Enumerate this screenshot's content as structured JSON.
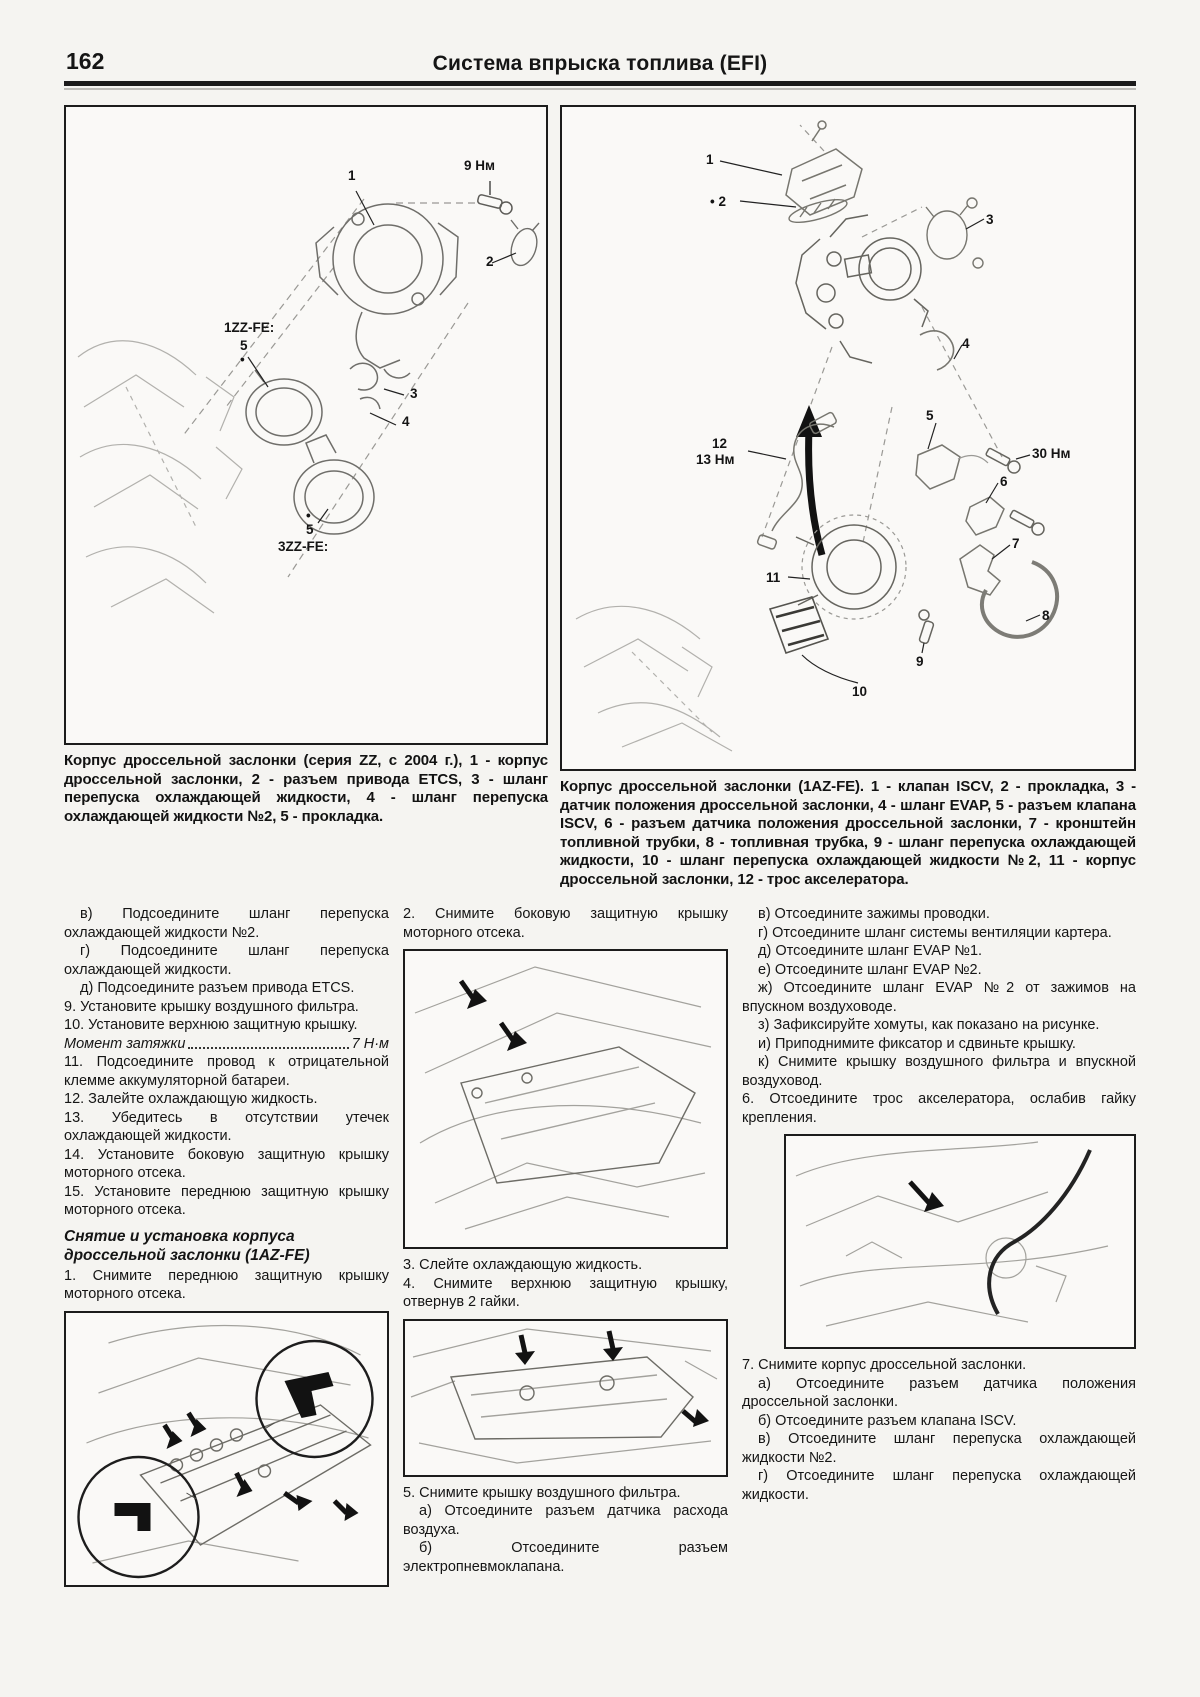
{
  "header": {
    "page_number": "162",
    "title": "Система впрыска топлива (EFI)"
  },
  "figure_left": {
    "caption": "Корпус дроссельной заслонки (серия ZZ, с 2004 г.), 1 - корпус дроссельной заслонки, 2 - разъем привода ETCS, 3 - шланг перепуска охлаждающей жидкости, 4 - шланг перепуска охлаждающей жидкости №2, 5 - прокладка.",
    "labels": [
      "1",
      "9 Нм",
      "2",
      "1ZZ-FE:",
      "5",
      "•",
      "3",
      "4",
      "•",
      "5",
      "3ZZ-FE:"
    ]
  },
  "figure_right": {
    "caption": "Корпус дроссельной заслонки (1AZ-FE). 1 - клапан ISCV, 2 - прокладка, 3 - датчик положения дроссельной заслонки, 4 - шланг EVAP, 5 - разъем клапана ISCV, 6 - разъем датчика положения дроссельной заслонки, 7 - кронштейн топливной трубки, 8 - топливная трубка, 9 - шланг перепуска охлаждающей жидкости, 10 - шланг перепуска охлаждающей жидкости №2, 11 - корпус дроссельной заслонки, 12 - трос акселератора.",
    "labels": [
      "1",
      "• 2",
      "3",
      "4",
      "12",
      "13 Нм",
      "5",
      "30 Нм",
      "6",
      "7",
      "11",
      "8",
      "9",
      "10"
    ]
  },
  "col1": {
    "sub_v": "в) Подсоедините шланг перепуска охлаждающей жидкости №2.",
    "sub_g": "г) Подсоедините шланг перепуска охлаждающей жидкости.",
    "sub_d": "д) Подсоедините разъем привода ETCS.",
    "step_9": "9. Установите крышку воздушного фильтра.",
    "step_10": "10. Установите верхнюю защитную крышку.",
    "torque_label": "Момент затяжки",
    "torque_value": "7 Н·м",
    "step_11": "11. Подсоедините провод к отрицательной клемме аккумуляторной батареи.",
    "step_12": "12. Залейте охлаждающую жидкость.",
    "step_13": "13. Убедитесь в отсутствии утечек охлаждающей жидкости.",
    "step_14": "14. Установите боковую защитную крышку моторного отсека.",
    "step_15": "15. Установите переднюю защитную крышку моторного отсека.",
    "section_heading": "Снятие и установка корпуса дроссельной заслонки (1AZ-FE)",
    "step_1": "1. Снимите переднюю защитную крышку моторного отсека."
  },
  "col2": {
    "step_2": "2. Снимите боковую защитную крышку моторного отсека.",
    "step_3": "3. Слейте охлаждающую жидкость.",
    "step_4": "4. Снимите верхнюю защитную крышку, отвернув 2 гайки.",
    "step_5": "5. Снимите крышку воздушного фильтра.",
    "sub_a": "а) Отсоедините разъем датчика расхода воздуха.",
    "sub_b": "б) Отсоедините разъем электропневмоклапана."
  },
  "col3": {
    "sub_v": "в) Отсоедините зажимы проводки.",
    "sub_g": "г) Отсоедините шланг системы вентиляции картера.",
    "sub_d": "д) Отсоедините шланг EVAP №1.",
    "sub_e": "е) Отсоедините шланг EVAP №2.",
    "sub_zh": "ж) Отсоедините шланг EVAP №2 от зажимов на впускном воздуховоде.",
    "sub_z": "з) Зафиксируйте хомуты, как показано на рисунке.",
    "sub_i": "и) Приподнимите фиксатор и сдвиньте крышку.",
    "sub_k": "к) Снимите крышку воздушного фильтра и впускной воздуховод.",
    "step_6": "6. Отсоедините трос акселератора, ослабив гайку крепления.",
    "step_7": "7. Снимите корпус дроссельной заслонки.",
    "sub_a": "а) Отсоедините разъем датчика положения дроссельной заслонки.",
    "sub_b": "б) Отсоедините разъем клапана ISCV.",
    "sub_v2": "в) Отсоедините шланг перепуска охлаждающей жидкости №2.",
    "sub_g2": "г) Отсоедините шланг перепуска охлаждающей жидкости."
  }
}
